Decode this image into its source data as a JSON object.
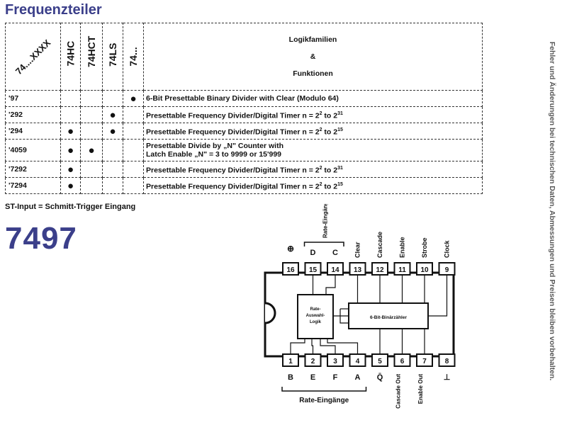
{
  "page": {
    "title": "Frequenzteiler",
    "side_note": "Fehler und Änderungen bei technischen Daten, Abmessungen und Preisen bleiben vorbehalten.",
    "st_note": "ST-Input = Schmitt-Trigger Eingang",
    "part_number": "7497"
  },
  "table": {
    "part_col_label": "74....XXXX",
    "family_cols": [
      "74HC",
      "74HCT",
      "74LS",
      "74..."
    ],
    "function_header": [
      "Logikfamilien",
      "&",
      "Funktionen"
    ],
    "rows": [
      {
        "part": "'97",
        "dots": [
          false,
          false,
          false,
          true
        ],
        "function_lines": [
          "6-Bit Presettable Binary Divider with Clear (Modulo 64)"
        ]
      },
      {
        "part": "'292",
        "dots": [
          false,
          false,
          true,
          false
        ],
        "function_lines": [
          "Presettable Frequency Divider/Digital Timer n = 2",
          "2",
          " to 2",
          "31"
        ]
      },
      {
        "part": "'294",
        "dots": [
          true,
          false,
          true,
          false
        ],
        "function_lines": [
          "Presettable Frequency Divider/Digital Timer n = 2",
          "2",
          " to 2",
          "15"
        ]
      },
      {
        "part": "'4059",
        "dots": [
          true,
          true,
          false,
          false
        ],
        "function_lines": [
          "Presettable Divide by „N\" Counter with",
          "Latch Enable „N\" = 3 to 9999 or 15'999"
        ]
      },
      {
        "part": "'7292",
        "dots": [
          true,
          false,
          false,
          false
        ],
        "function_lines": [
          "Presettable Frequency Divider/Digital Timer n = 2",
          "2",
          " to 2",
          "31"
        ]
      },
      {
        "part": "'7294",
        "dots": [
          true,
          false,
          false,
          false
        ],
        "function_lines": [
          "Presettable Frequency Divider/Digital Timer n = 2",
          "2",
          " to 2",
          "15"
        ]
      }
    ]
  },
  "diagram": {
    "top_group_label": "Rate-Eingänge",
    "bottom_group_label": "Rate-Eingänge",
    "top_pins": [
      {
        "num": "16",
        "label": "⊕"
      },
      {
        "num": "15",
        "label": "D"
      },
      {
        "num": "14",
        "label": "C"
      },
      {
        "num": "13",
        "label": "Clear"
      },
      {
        "num": "12",
        "label": "Cascade"
      },
      {
        "num": "11",
        "label": "Enable"
      },
      {
        "num": "10",
        "label": "Strobe"
      },
      {
        "num": "9",
        "label": "Clock"
      }
    ],
    "bottom_pins": [
      {
        "num": "1",
        "label": "B"
      },
      {
        "num": "2",
        "label": "E"
      },
      {
        "num": "3",
        "label": "F"
      },
      {
        "num": "4",
        "label": "A"
      },
      {
        "num": "5",
        "label": "Q̄"
      },
      {
        "num": "6",
        "label": "Cascade Out"
      },
      {
        "num": "7",
        "label": "Enable Out"
      },
      {
        "num": "8",
        "label": "⊥"
      }
    ],
    "block_rate": [
      "Rate-",
      "Auswahl-",
      "Logik"
    ],
    "block_counter": "6-Bit-Binärzähler"
  }
}
